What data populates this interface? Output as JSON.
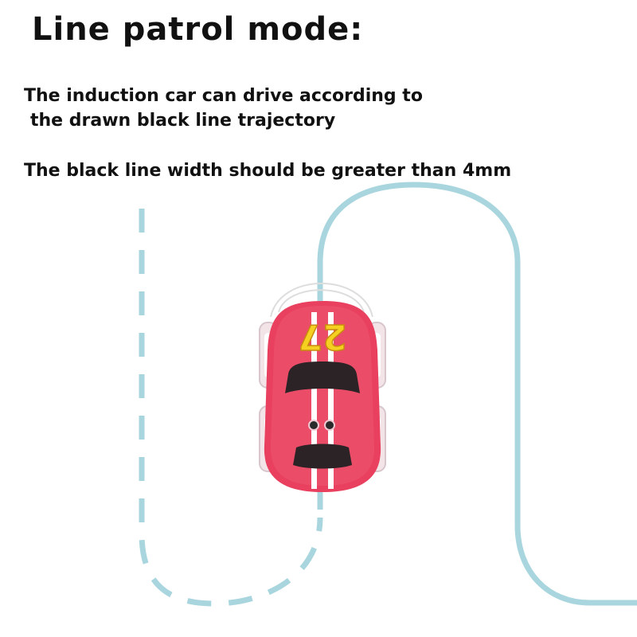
{
  "heading": {
    "title": "Line patrol mode:"
  },
  "description": {
    "line1": "The induction car can drive according to",
    "line2": "the drawn black line trajectory",
    "line3": "The black line width should be greater than 4mm"
  },
  "car": {
    "number": "27",
    "body_color": "#e8405e",
    "number_color": "#f5d020"
  },
  "track": {
    "color": "#a9d6de"
  }
}
